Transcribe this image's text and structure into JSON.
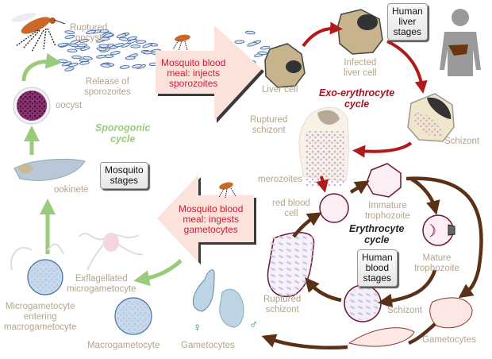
{
  "title": "Malaria parasite life cycle",
  "cycles": {
    "sporogonic": "Sporogonic\ncycle",
    "exo_erythrocyte": "Exo-erythrocyte\ncycle",
    "erythrocyte": "Erythrocyte\ncycle"
  },
  "stage_boxes": {
    "mosquito": "Mosquito\nstages",
    "human_liver": "Human\nliver\nstages",
    "human_blood": "Human\nblood\nstages"
  },
  "blood_meals": {
    "injects": "Mosquito blood\nmeal:  injects\nsporozoites",
    "ingests": "Mosquito blood\nmeal:  ingests\ngametocytes"
  },
  "labels": {
    "ruptured_oocyst": "Ruptured\noocyst",
    "release_sporozoites": "Release of\nsporozoites",
    "oocyst": "oocyst",
    "ookinete": "ookinete",
    "liver_cell": "Liver cell",
    "infected_liver_cell": "Infected\nliver cell",
    "schizont_liver": "Schizont",
    "ruptured_schizont_liver": "Ruptured\nschizont",
    "merozoites": "merozoites",
    "red_blood_cell": "red blood\ncell",
    "immature_trophozoite": "Immature\ntrophozoite",
    "mature_trophozoite": "Mature\ntrophozoite",
    "schizont_blood": "Schizont",
    "ruptured_schizont_blood": "Ruptured\nschizont",
    "gametocytes_human": "Gametocytes",
    "gametocytes_mosquito": "Gametocytes",
    "exflagellated": "Exflagellated\nmicrogametocyte",
    "macrogametocyte": "Macrogametocyte",
    "microgametocyte_entering": "Microgametocyte\nentering\nmacrogametocyte"
  },
  "symbols": {
    "female": "♀",
    "male": "♂"
  },
  "colors": {
    "sporogonic_arrow": "#9acb7c",
    "exo_arrow": "#b11a1a",
    "erythrocyte_arrow": "#5a3116",
    "label_text": "#b3a58a",
    "blood_meal_text": "#cc1b35",
    "blood_meal_fill": "#fbe3dc"
  }
}
